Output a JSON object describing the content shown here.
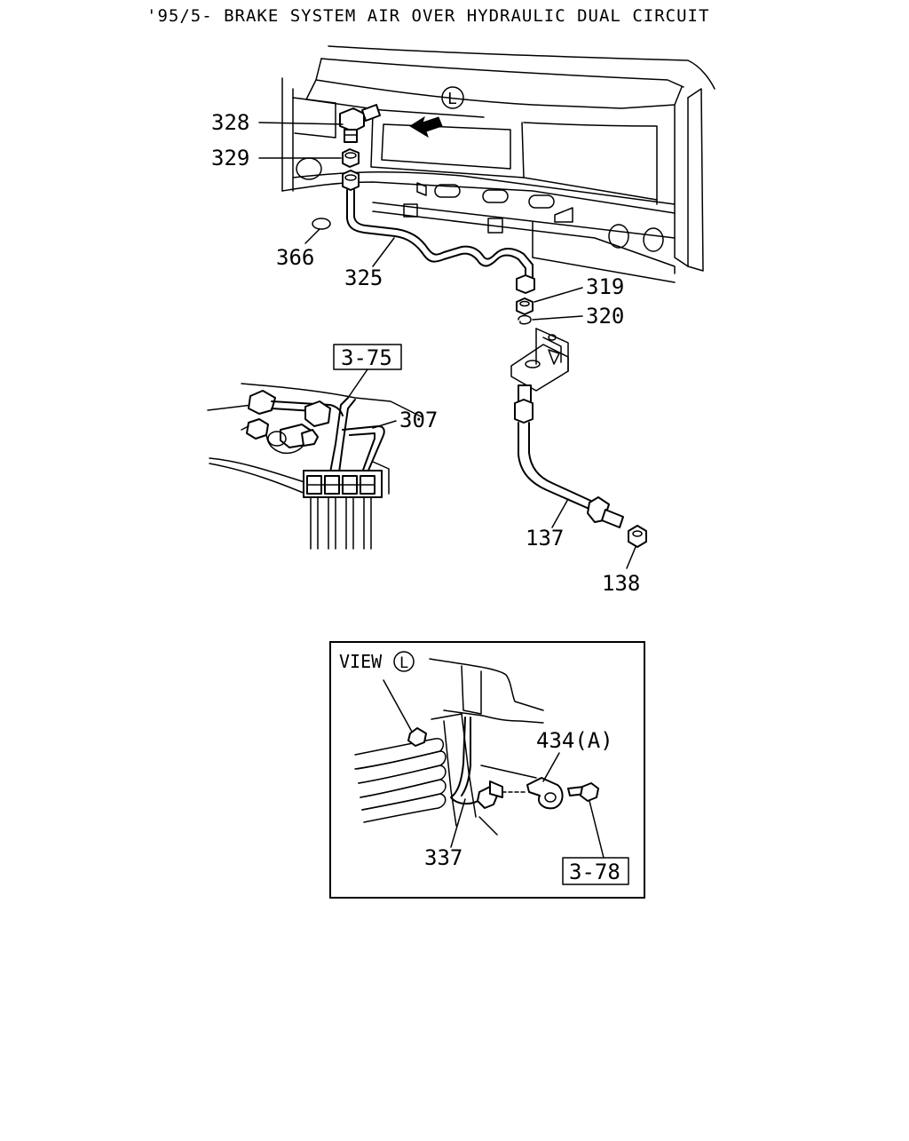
{
  "title": "'95/5- BRAKE SYSTEM AIR OVER HYDRAULIC DUAL CIRCUIT",
  "view_marker": "L",
  "labels": {
    "p328": "328",
    "p329": "329",
    "p366": "366",
    "p325": "325",
    "p319": "319",
    "p320": "320",
    "p307": "307",
    "p137": "137",
    "p138": "138",
    "p337": "337",
    "p434": "434(A)"
  },
  "references": {
    "ref_3_75": "3-75",
    "ref_3_78": "3-78"
  },
  "inset": {
    "view_label": "VIEW",
    "view_marker": "L"
  }
}
